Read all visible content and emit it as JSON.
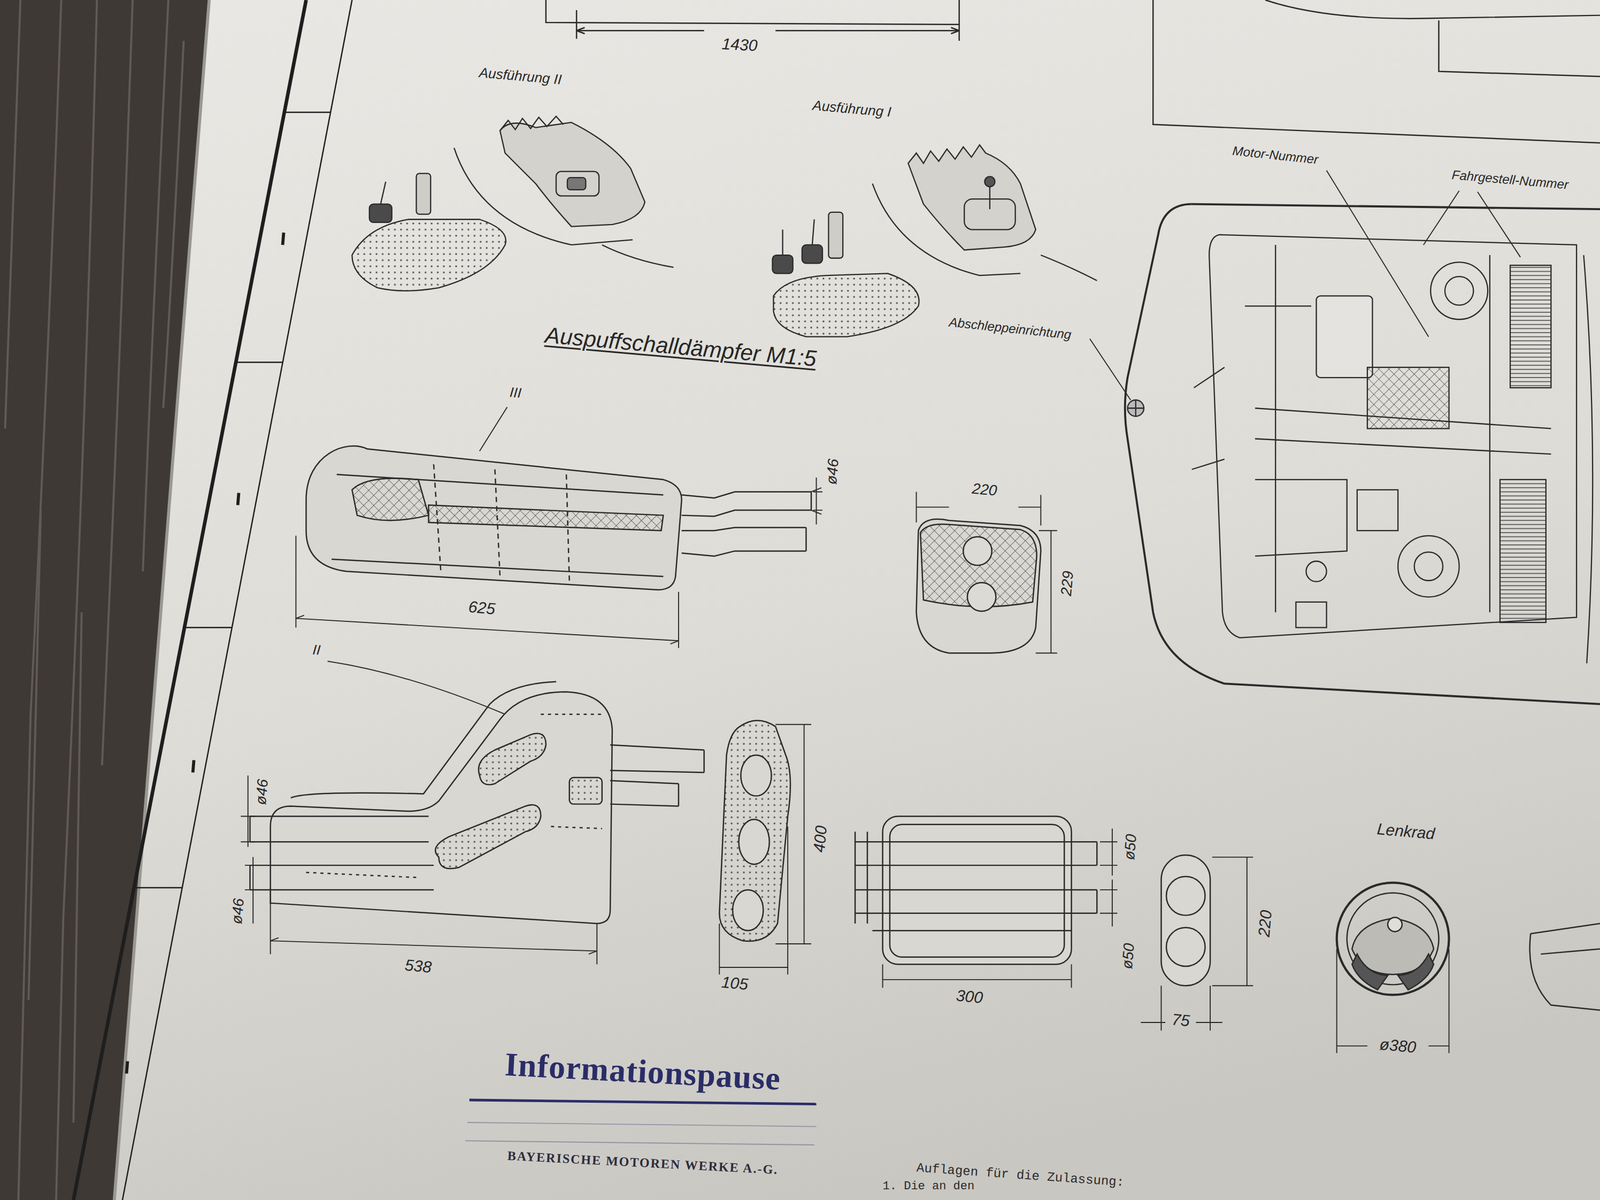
{
  "diagram": {
    "labels": [
      "1430",
      "Ausführung II",
      "Ausführung I",
      "Motor-Nummer",
      "Fahrgestell-Nummer",
      "Auspuffschalldämpfer M1:5",
      "Abschleppeinrichtung",
      "III",
      "ø46",
      "220",
      "625",
      "229",
      "II",
      "ø46",
      "400",
      "ø50",
      "Lenkrad",
      "ø46",
      "ø50",
      "220",
      "538",
      "105",
      "300",
      "75",
      "ø380",
      "Informationspause",
      "BAYERISCHE MOTOREN WERKE A.-G.",
      "Auflagen für die Zulassung:",
      "1. Die an den"
    ]
  }
}
